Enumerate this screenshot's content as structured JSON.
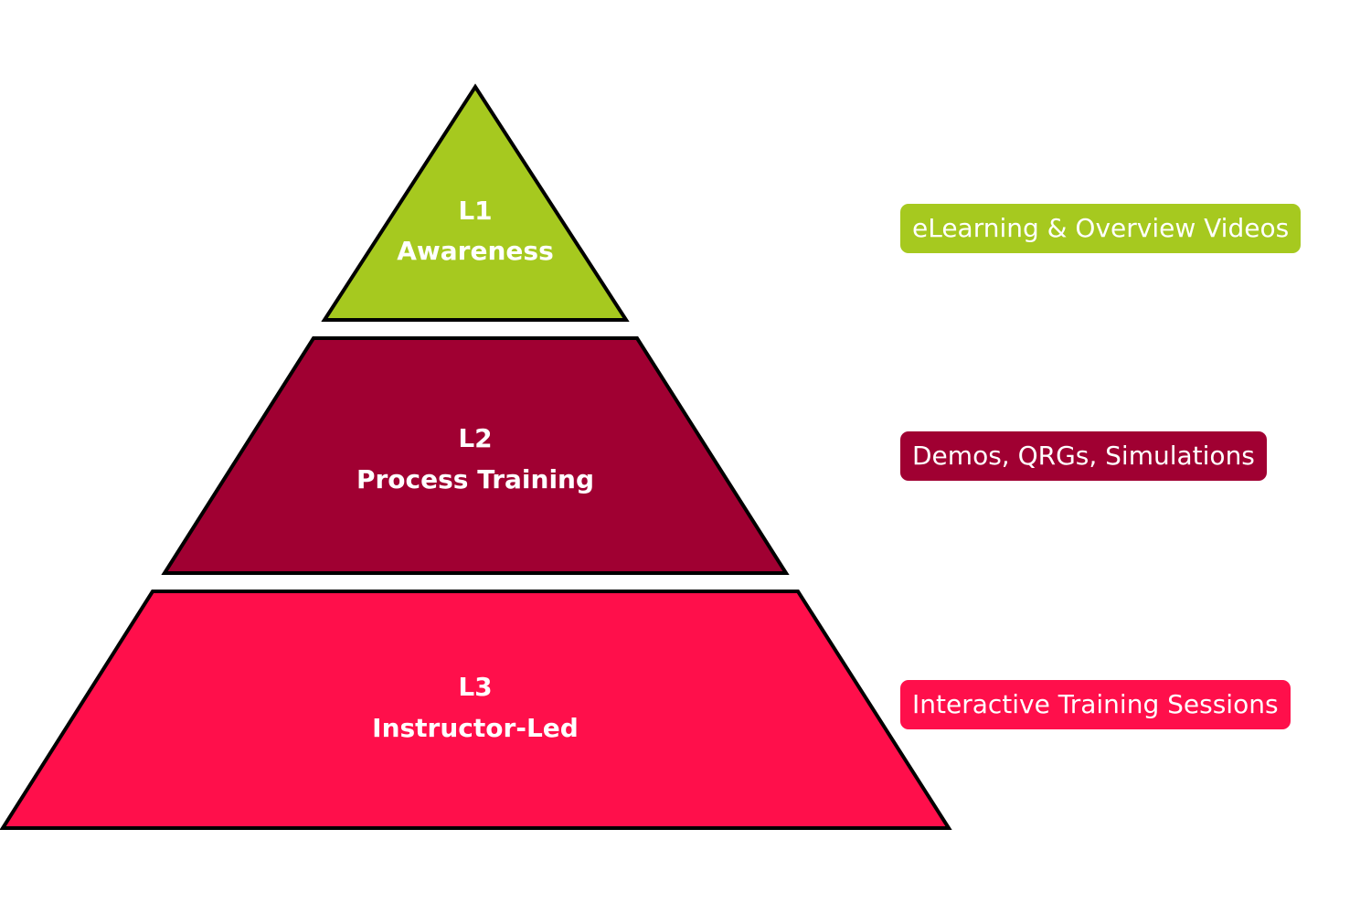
{
  "colors": {
    "level1": "#a6c91f",
    "level2": "#a00032",
    "level3": "#ff0f4b",
    "outline": "#000000",
    "text": "#ffffff"
  },
  "levels": [
    {
      "code": "L1",
      "title": "Awareness",
      "description": "eLearning & Overview Videos"
    },
    {
      "code": "L2",
      "title": "Process Training",
      "description": "Demos, QRGs, Simulations"
    },
    {
      "code": "L3",
      "title": "Instructor-Led",
      "description": "Interactive Training Sessions"
    }
  ]
}
